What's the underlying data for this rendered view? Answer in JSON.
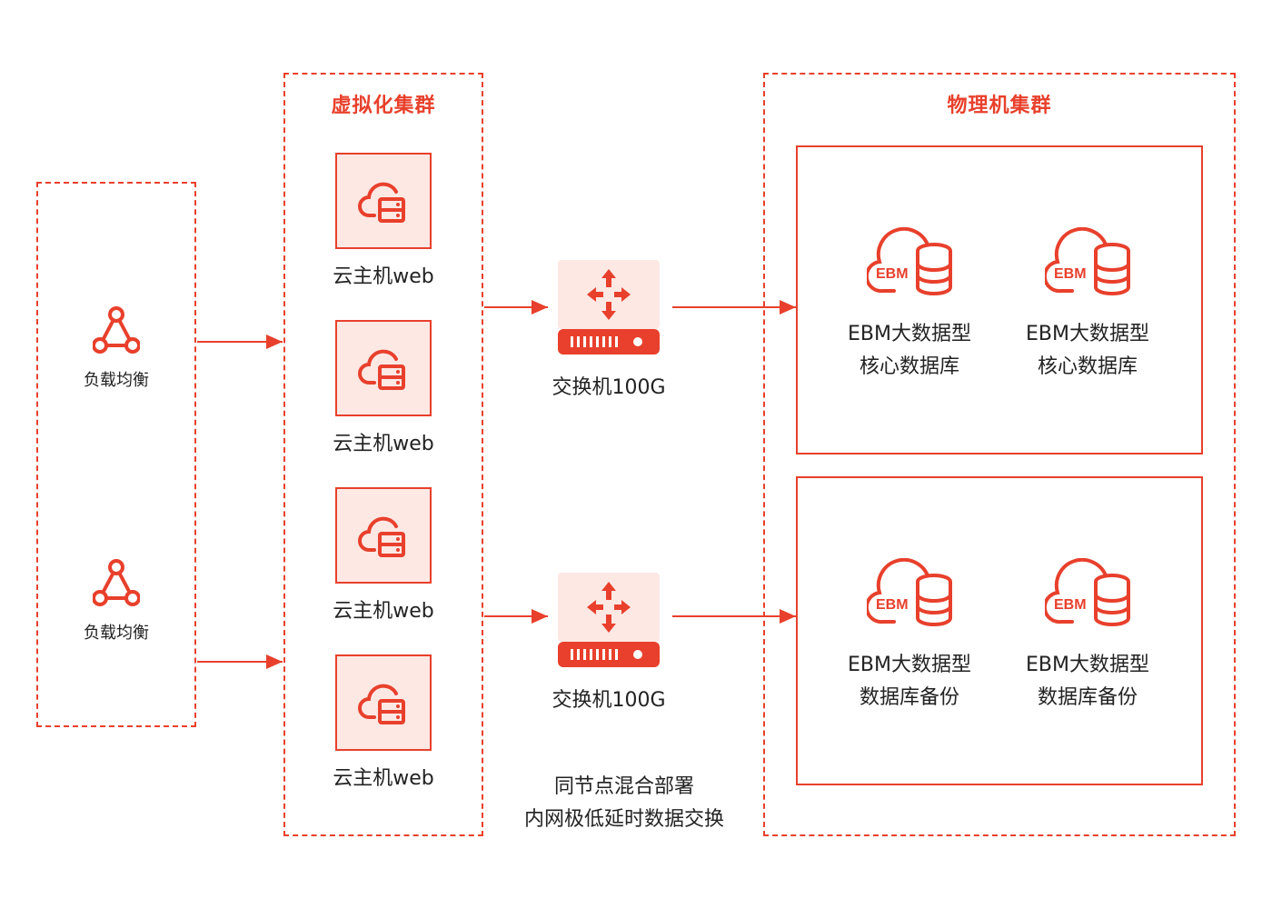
{
  "clusters": {
    "virtual_title": "虚拟化集群",
    "physical_title": "物理机集群"
  },
  "load_balancers": [
    {
      "label": "负载均衡"
    },
    {
      "label": "负载均衡"
    }
  ],
  "vms": [
    {
      "label": "云主机web"
    },
    {
      "label": "云主机web"
    },
    {
      "label": "云主机web"
    },
    {
      "label": "云主机web"
    }
  ],
  "switches": [
    {
      "label": "交换机100G"
    },
    {
      "label": "交换机100G"
    }
  ],
  "db_groups": [
    {
      "items": [
        {
          "badge": "EBM",
          "line1": "EBM大数据型",
          "line2": "核心数据库"
        },
        {
          "badge": "EBM",
          "line1": "EBM大数据型",
          "line2": "核心数据库"
        }
      ]
    },
    {
      "items": [
        {
          "badge": "EBM",
          "line1": "EBM大数据型",
          "line2": "数据库备份"
        },
        {
          "badge": "EBM",
          "line1": "EBM大数据型",
          "line2": "数据库备份"
        }
      ]
    }
  ],
  "note": {
    "line1": "同节点混合部署",
    "line2": "内网极低延时数据交换"
  },
  "colors": {
    "accent": "#e8402c",
    "tint": "#fde8e4",
    "text": "#222222"
  },
  "icons": {
    "load_balancer": "triangle-nodes-icon",
    "vm": "cloud-server-icon",
    "switch": "router-switch-icon",
    "database": "cloud-database-icon"
  }
}
